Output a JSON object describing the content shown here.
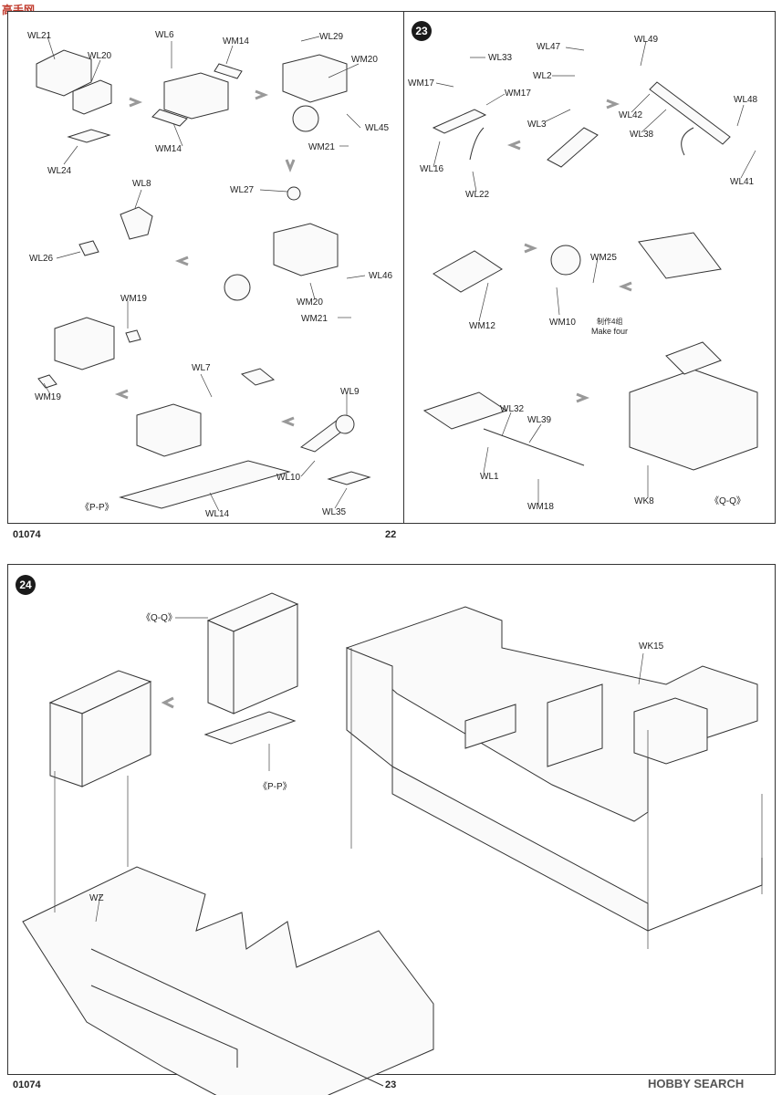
{
  "watermark_top": {
    "text": "高手网"
  },
  "watermark_bottom": {
    "text": "HOBBY SEARCH"
  },
  "page22": {
    "footer_code": "01074",
    "page_number": "22",
    "step_left": {
      "labels": [
        "WL21",
        "WL20",
        "WL24",
        "WL6",
        "WM14",
        "WM14",
        "WL29",
        "WM20",
        "WL45",
        "WM21",
        "WL8",
        "WL26",
        "WL27",
        "WL46",
        "WM20",
        "WM21",
        "WM19",
        "WM19",
        "WL7",
        "WL14",
        "WL9",
        "WL10",
        "WL35"
      ],
      "subassembly": "《P-P》"
    },
    "step_right": {
      "number": "23",
      "labels": [
        "WL33",
        "WM17",
        "WM17",
        "WL16",
        "WL22",
        "WL47",
        "WL2",
        "WL3",
        "WL49",
        "WL42",
        "WL38",
        "WL48",
        "WL41",
        "WM25",
        "WM10",
        "WM12",
        "WL32",
        "WL39",
        "WL1",
        "WM18",
        "WK8"
      ],
      "note_cn": "制作4组",
      "note_en": "Make four",
      "subassembly": "《Q-Q》"
    }
  },
  "page23": {
    "footer_code": "01074",
    "page_number": "23",
    "step": {
      "number": "24",
      "labels": [
        "WK15",
        "WZ"
      ],
      "sub_q": "《Q-Q》",
      "sub_p": "《P-P》"
    }
  }
}
